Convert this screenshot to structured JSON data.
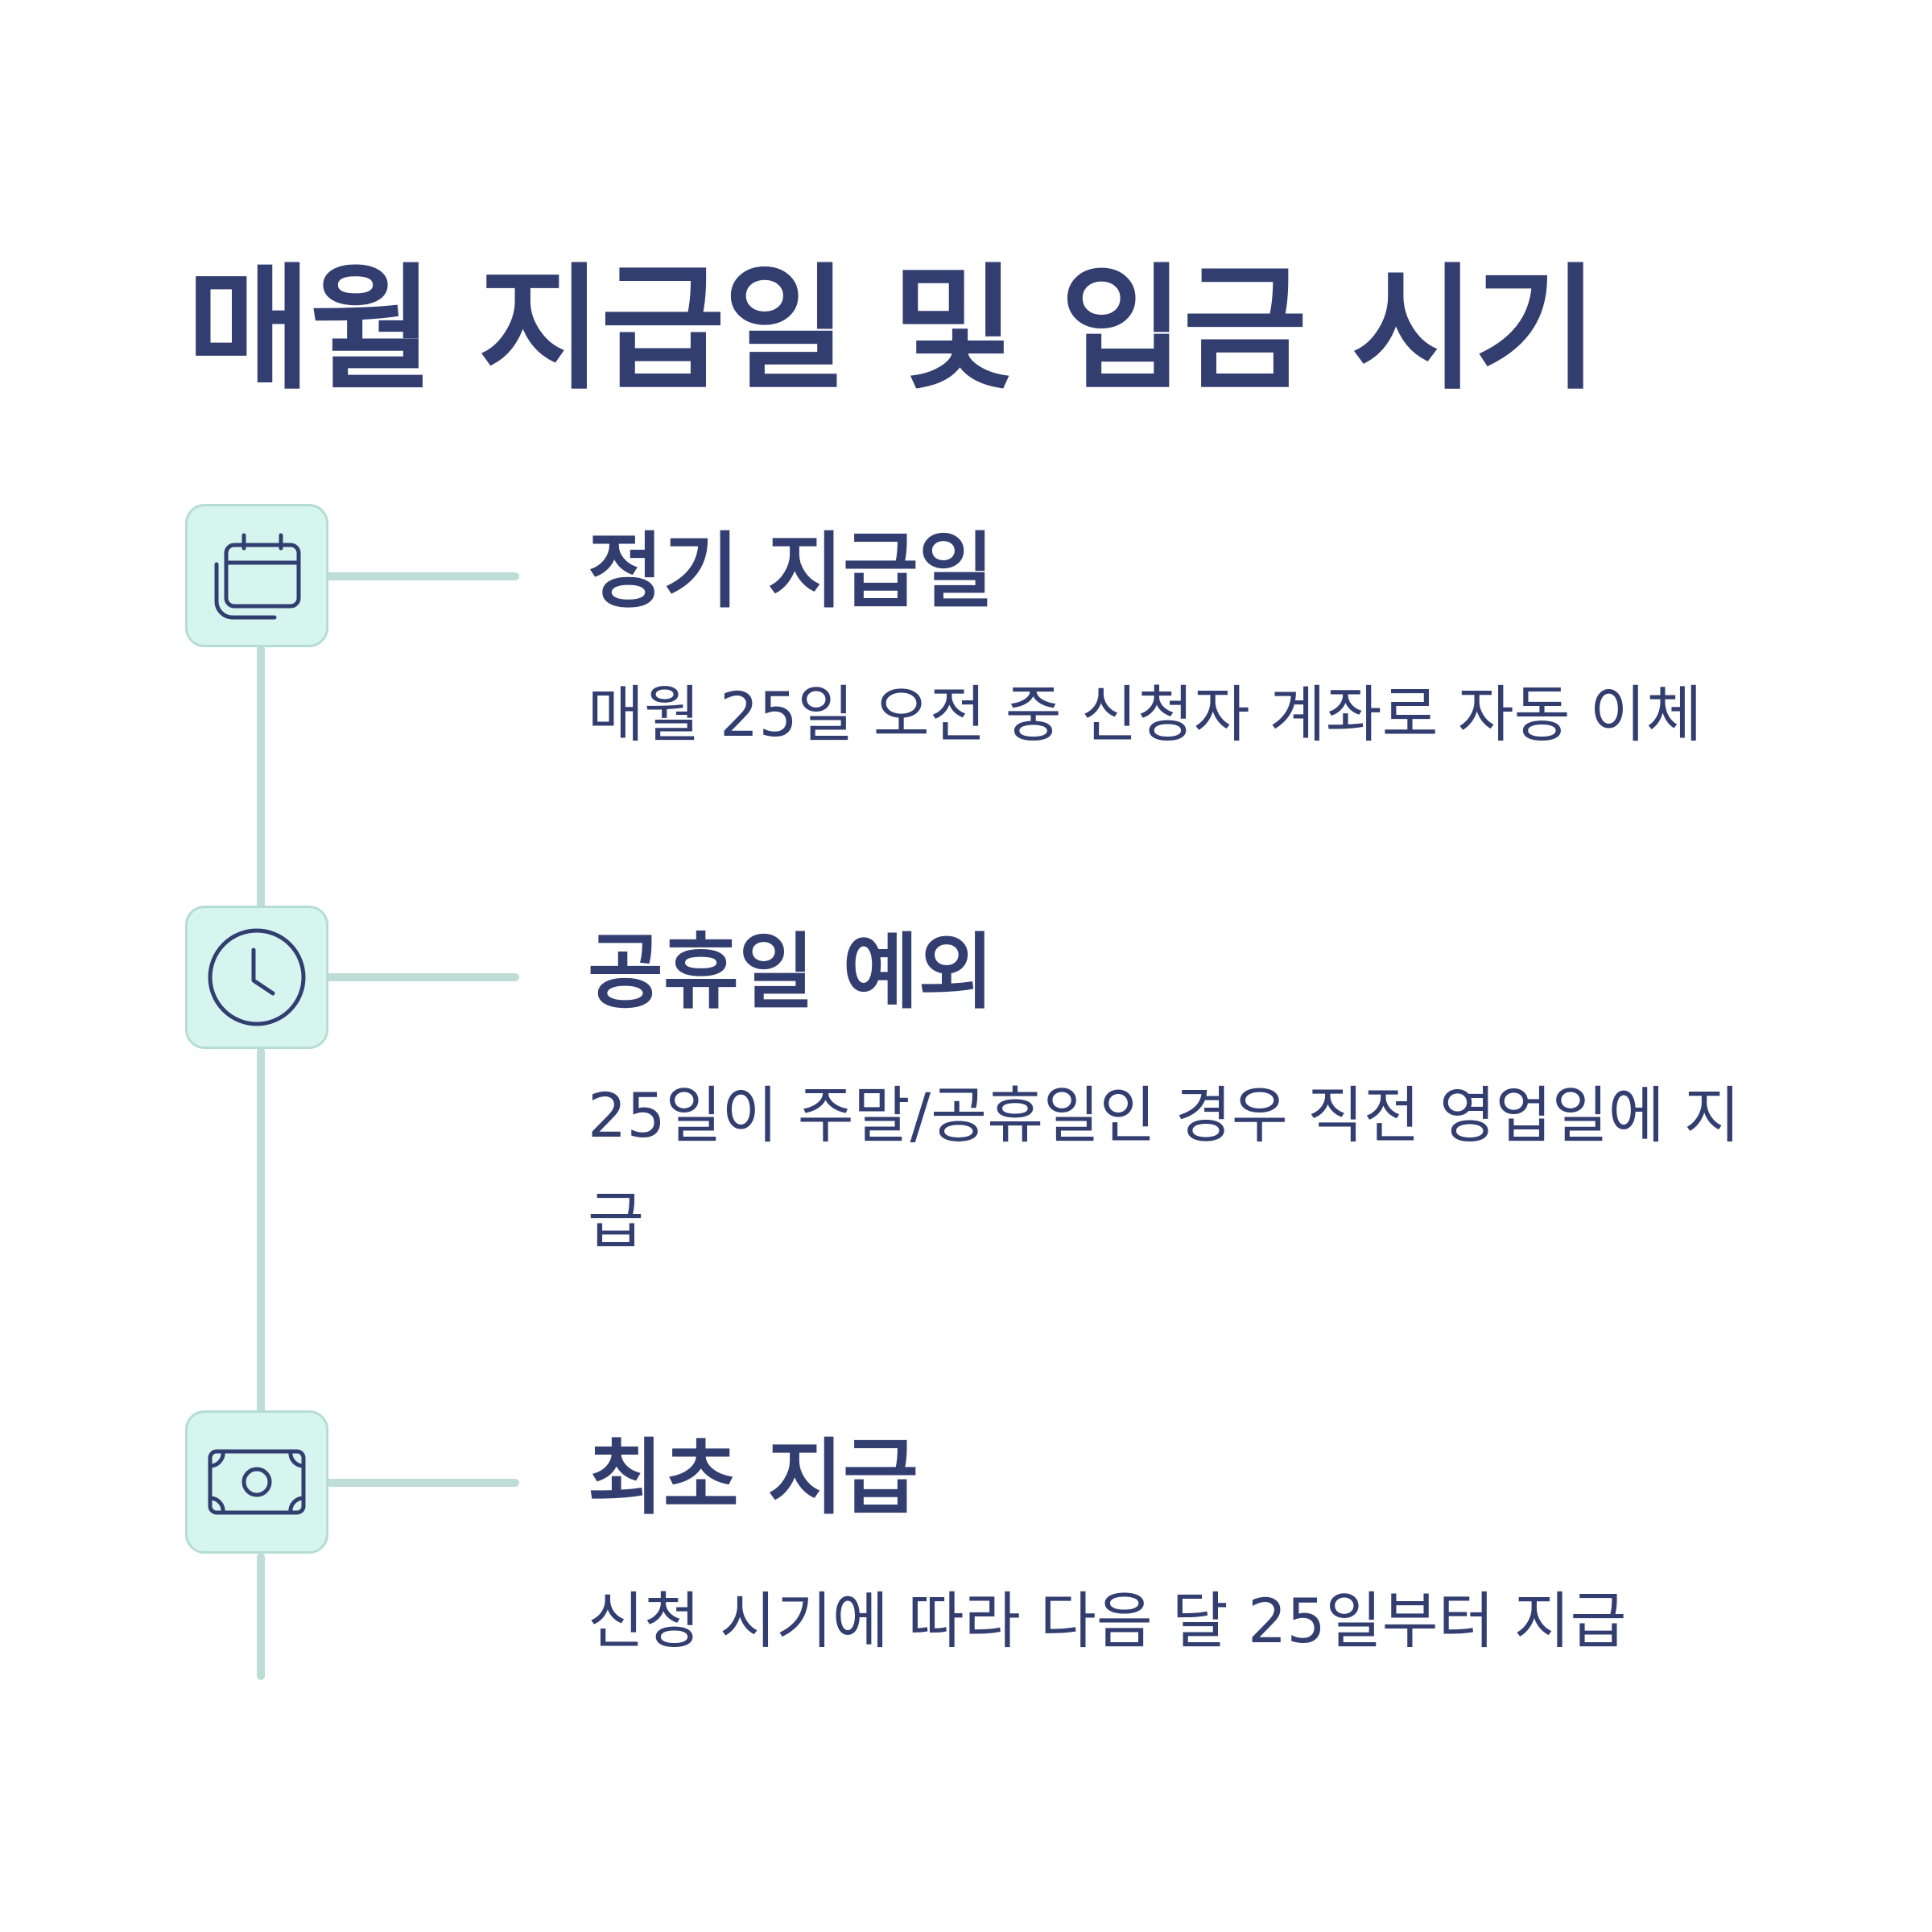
{
  "page": {
    "title": "매월 지급일 및 입금 시기"
  },
  "timeline": {
    "items": [
      {
        "title": "정기 지급일",
        "description": "매월 25일 오전 중 신청자 계좌로 자동 이체",
        "icon": "calendar-icon"
      },
      {
        "title": "공휴일 예외",
        "description": "25일이 주말/공휴일인 경우 직전 영업일에 지급",
        "icon": "clock-icon"
      },
      {
        "title": "최초 지급",
        "description": "신청 시기에 따라 다음 달 25일부터 지급",
        "icon": "banknote-icon"
      }
    ]
  },
  "colors": {
    "text": "#333e70",
    "icon_bg": "#d7f5ef",
    "icon_border": "#b6ddd4",
    "connector": "#bfddd7"
  }
}
